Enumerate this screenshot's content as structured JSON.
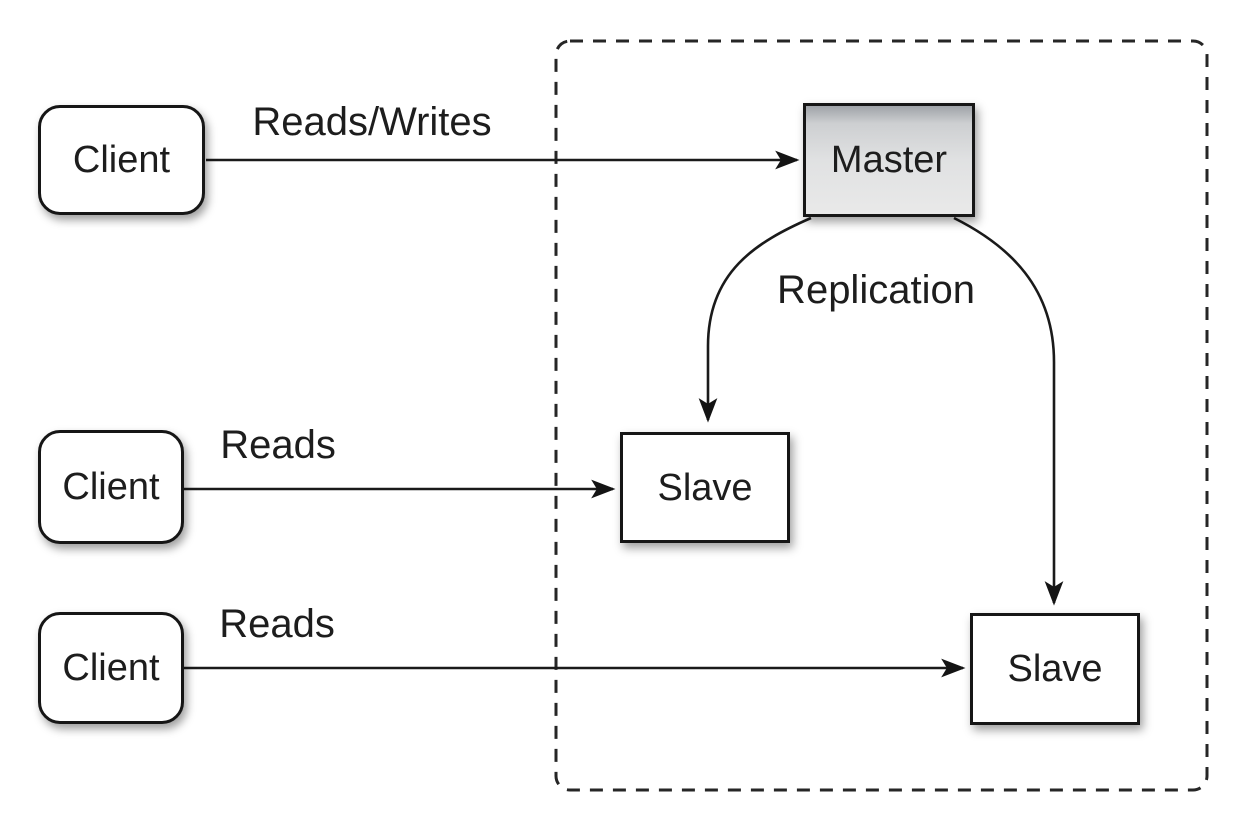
{
  "diagram": {
    "description": "Master-slave database replication architecture diagram",
    "nodes": {
      "clients": [
        {
          "label": "Client"
        },
        {
          "label": "Client"
        },
        {
          "label": "Client"
        }
      ],
      "master": {
        "label": "Master"
      },
      "slaves": [
        {
          "label": "Slave"
        },
        {
          "label": "Slave"
        }
      ]
    },
    "edges": {
      "client1_to_master": {
        "label": "Reads/Writes"
      },
      "master_to_slaves": {
        "label": "Replication"
      },
      "client2_to_slave1": {
        "label": "Reads"
      },
      "client3_to_slave2": {
        "label": "Reads"
      }
    },
    "colors": {
      "background": "#ffffff",
      "stroke": "#1a1a1a",
      "node_fill": "#ffffff",
      "master_gradient_top": "#9fa3a8",
      "master_gradient_bottom": "#e9e9e9",
      "text": "#1d1d1d"
    }
  }
}
